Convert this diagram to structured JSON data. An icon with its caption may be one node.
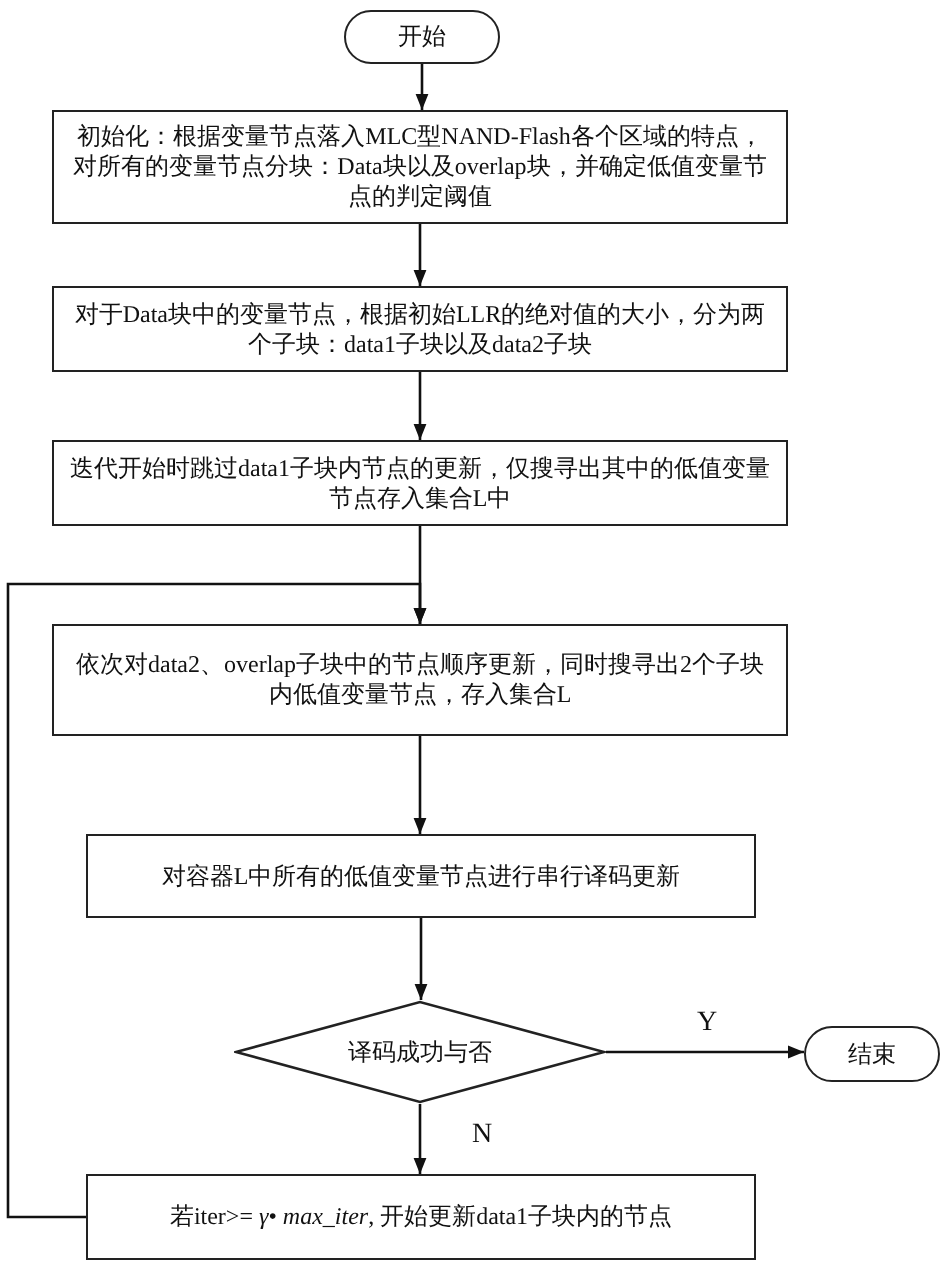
{
  "diagram": {
    "nodes": [
      {
        "text": [
          "开始"
        ]
      },
      {
        "text": [
          "初始化：根据变量节点落入MLC型NAND-Flash各个区域的特点，对所有的变量节点分块：Data块以及overlap块，并确定低值变量节点的判定阈值"
        ]
      },
      {
        "text": [
          "对于Data块中的变量节点，根据初始LLR的绝对值的大小，分为两个子块：data1子块以及data2子块"
        ]
      },
      {
        "text": [
          "迭代开始时跳过data1子块内节点的更新，仅搜寻出其中的低值变量节点存入集合L中"
        ]
      },
      {
        "text": [
          "依次对data2、overlap子块中的节点顺序更新，同时搜寻出2个子块内低值变量节点，存入集合L"
        ]
      },
      {
        "text": [
          "对容器L中所有的低值变量节点进行串行译码更新"
        ]
      },
      {
        "text": [
          "译码成功与否"
        ]
      },
      {
        "text": [
          "结束"
        ]
      },
      {
        "text": [
          "若iter>= *γ*• *max_iter*, 开始更新data1子块内的节点"
        ]
      }
    ],
    "edges": [
      {
        "from": 0,
        "to": 1,
        "arrow": "to"
      },
      {
        "from": 1,
        "to": 2,
        "arrow": "to"
      },
      {
        "from": 2,
        "to": 3,
        "arrow": "to"
      },
      {
        "from": 3,
        "to": 4,
        "arrow": "to"
      },
      {
        "from": 4,
        "to": 5,
        "arrow": "to"
      },
      {
        "from": 5,
        "to": 6,
        "arrow": "to"
      },
      {
        "from": 6,
        "to": 7,
        "label": "Y",
        "arrow": "to"
      },
      {
        "from": 6,
        "to": 8,
        "label": "N",
        "arrow": "to"
      },
      {
        "from": 8,
        "to": 4,
        "arrow": "to"
      }
    ]
  }
}
